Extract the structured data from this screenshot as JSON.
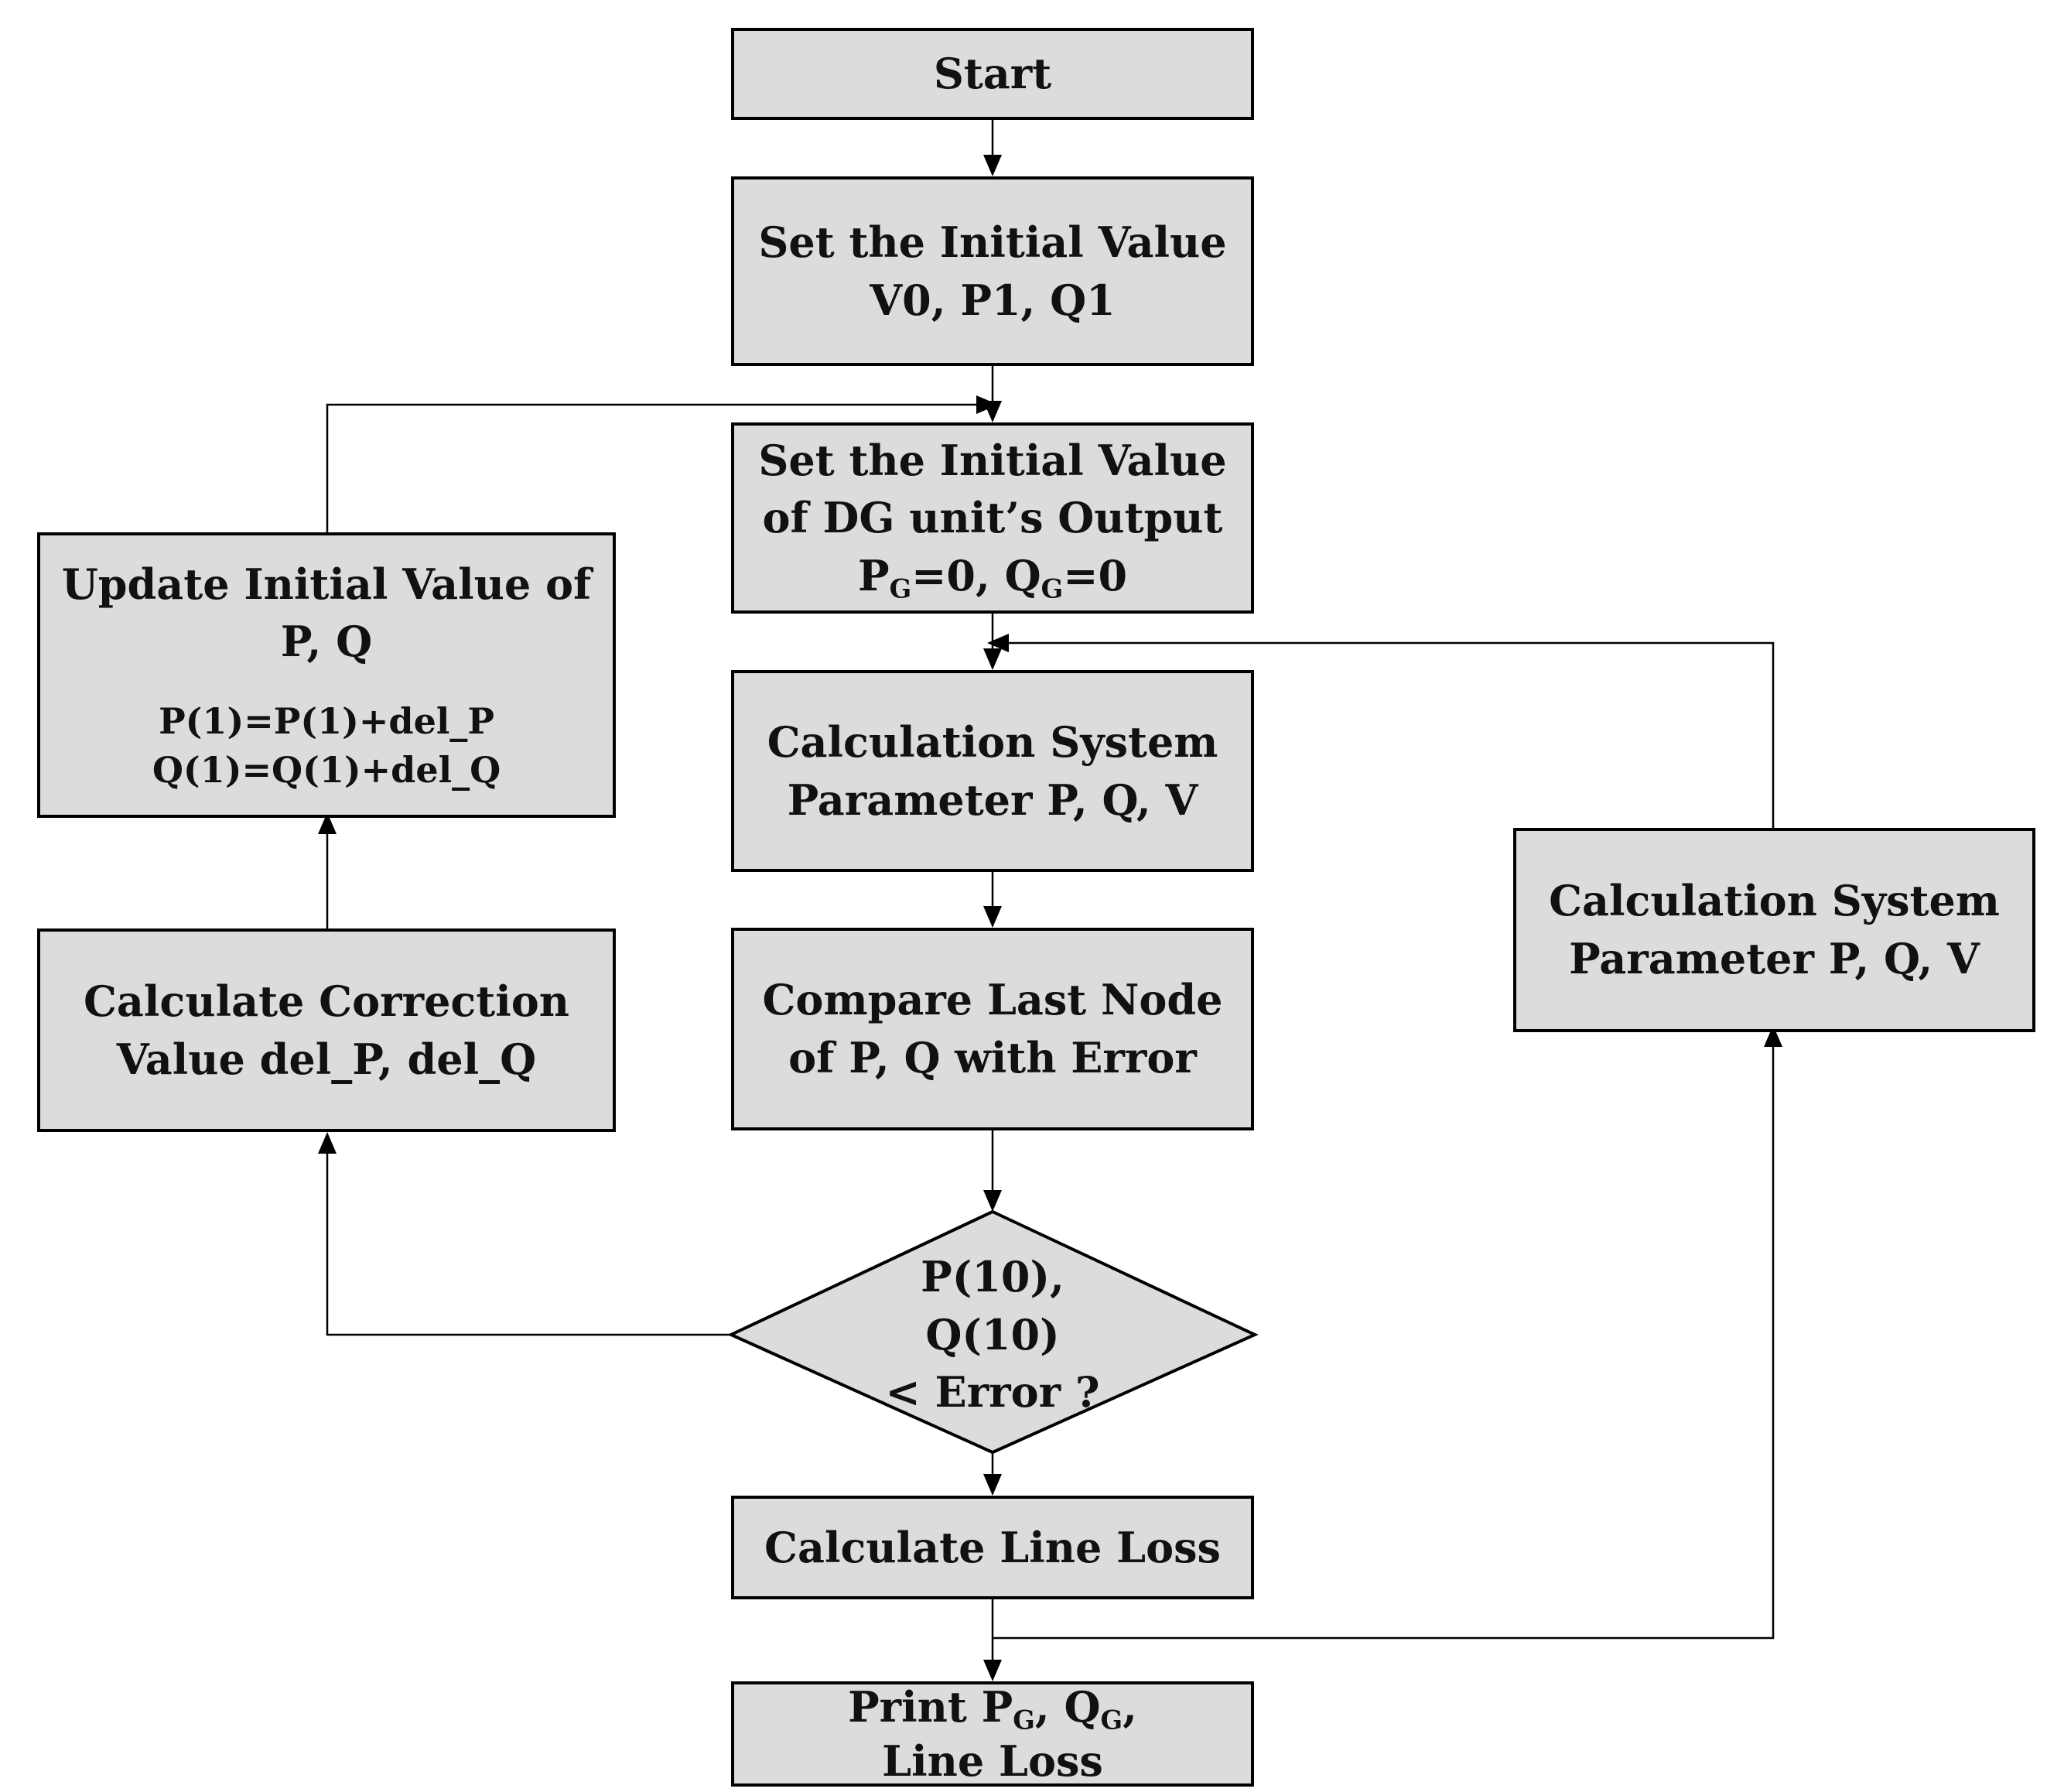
{
  "nodes": {
    "start": {
      "line1": "Start"
    },
    "set_initial": {
      "line1": "Set the Initial Value",
      "line2": "V0, P1, Q1"
    },
    "set_dg": {
      "line1": "Set the Initial Value",
      "line2": "of DG unit’s Output",
      "p_symbol": "P",
      "p_sub": "G",
      "p_value": "=0, ",
      "q_symbol": "Q",
      "q_sub": "G",
      "q_value": "=0"
    },
    "calc_system": {
      "line1": "Calculation System",
      "line2": "Parameter P, Q, V"
    },
    "compare": {
      "line1": "Compare Last Node",
      "line2": "of P, Q with Error"
    },
    "decision": {
      "line1": "P(10),",
      "line2": "Q(10)",
      "line3": "< Error ?"
    },
    "line_loss": {
      "line1": "Calculate Line Loss"
    },
    "print": {
      "prefix": "Print ",
      "p_symbol": "P",
      "p_sub": "G",
      "sep": ", ",
      "q_symbol": "Q",
      "q_sub": "G",
      "suffix": ",",
      "line2": "Line Loss"
    },
    "correction": {
      "line1": "Calculate Correction",
      "line2": "Value del_P, del_Q"
    },
    "update": {
      "line1": "Update Initial Value of",
      "line2": "P, Q",
      "formula1": "P(1)=P(1)+del_P",
      "formula2": "Q(1)=Q(1)+del_Q"
    },
    "calc_system_right": {
      "line1": "Calculation System",
      "line2": "Parameter P, Q, V"
    }
  },
  "colors": {
    "box_fill": "#dcdcdc",
    "stroke": "#000000",
    "text": "#111111"
  }
}
